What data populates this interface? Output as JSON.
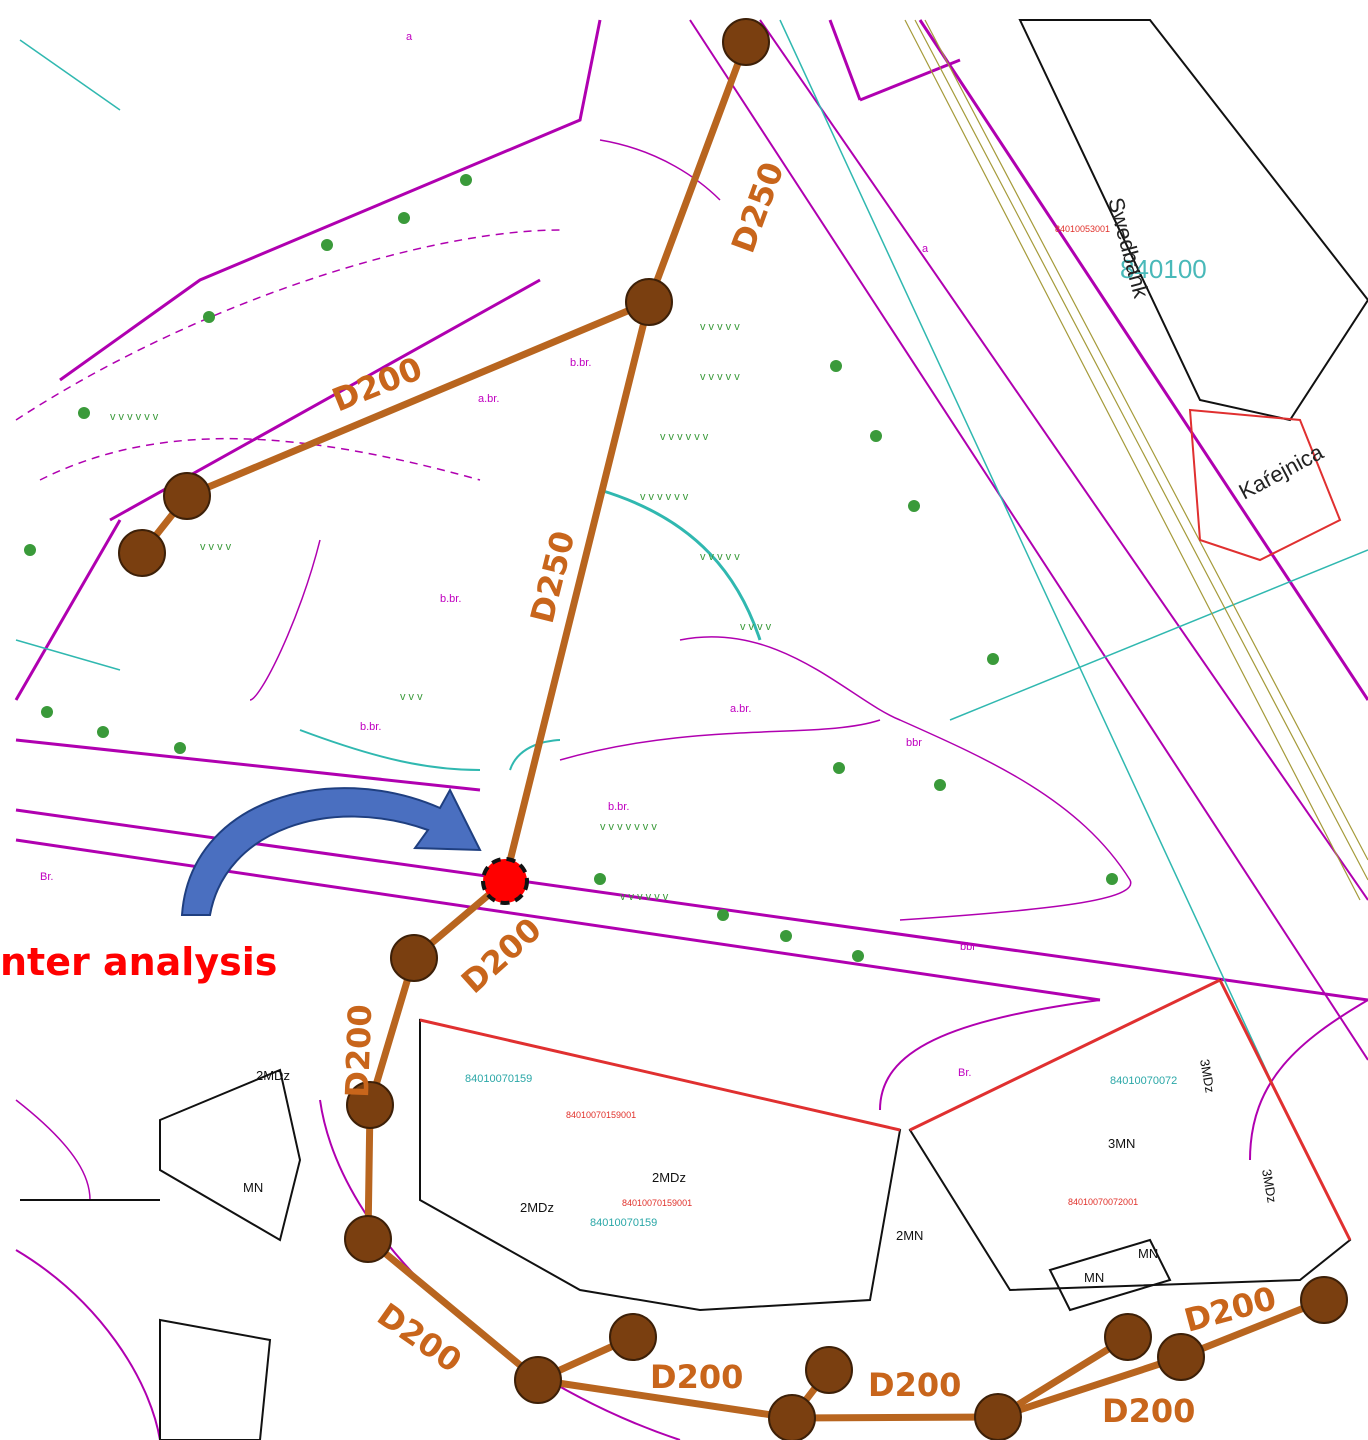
{
  "annotation": {
    "text": "nter analysis",
    "color": "#ff0000"
  },
  "colors": {
    "pipe": "#b8651f",
    "manhole": "#7a3f10",
    "target": "#ff0000",
    "parcel": "#b000b0",
    "arrow": "#4a6fc0"
  },
  "pipe_labels": {
    "d250_north": "D250",
    "d250_center": "D250",
    "d200_west": "D200",
    "d200_center": "D200",
    "d200_vertical": "D200",
    "d200_sw": "D200",
    "d200_s1": "D200",
    "d200_s2": "D200",
    "d200_se1": "D200",
    "d200_se2": "D200"
  },
  "map_labels": {
    "parcel_big_bank": "840100",
    "parcel_bank_red": "84010053001",
    "bank_name": "Swedbank",
    "karelnica": "Kaŕejnica",
    "parcel_left_building": "84010070159",
    "parcel_left_building_red": "84010070159001",
    "parcel_left_building_red2": "84010070159001",
    "parcel_left_building2": "84010070159",
    "parcel_right_building": "84010070072",
    "parcel_right_building_red": "84010070072001",
    "b_2mdz_1": "2MDz",
    "b_2mdz_2": "2MDz",
    "b_2mdz_3": "2MDz",
    "b_2mn": "2MN",
    "b_3mn": "3MN",
    "b_3mdz_1": "3MDz",
    "b_3mdz_2": "3MDz",
    "b_mn_1": "MN",
    "b_mn_2": "MN",
    "b_mn_3": "MN",
    "br_1": "b.br.",
    "br_2": "b.br.",
    "br_3": "b.br.",
    "br_4": "a.br.",
    "br_5": "a.br.",
    "br_6": "bbr",
    "br_7": "Br.",
    "br_8": "Br.",
    "br_9": "a",
    "br_10": "a",
    "br_11": "b.br.",
    "br_12": "bbr"
  }
}
